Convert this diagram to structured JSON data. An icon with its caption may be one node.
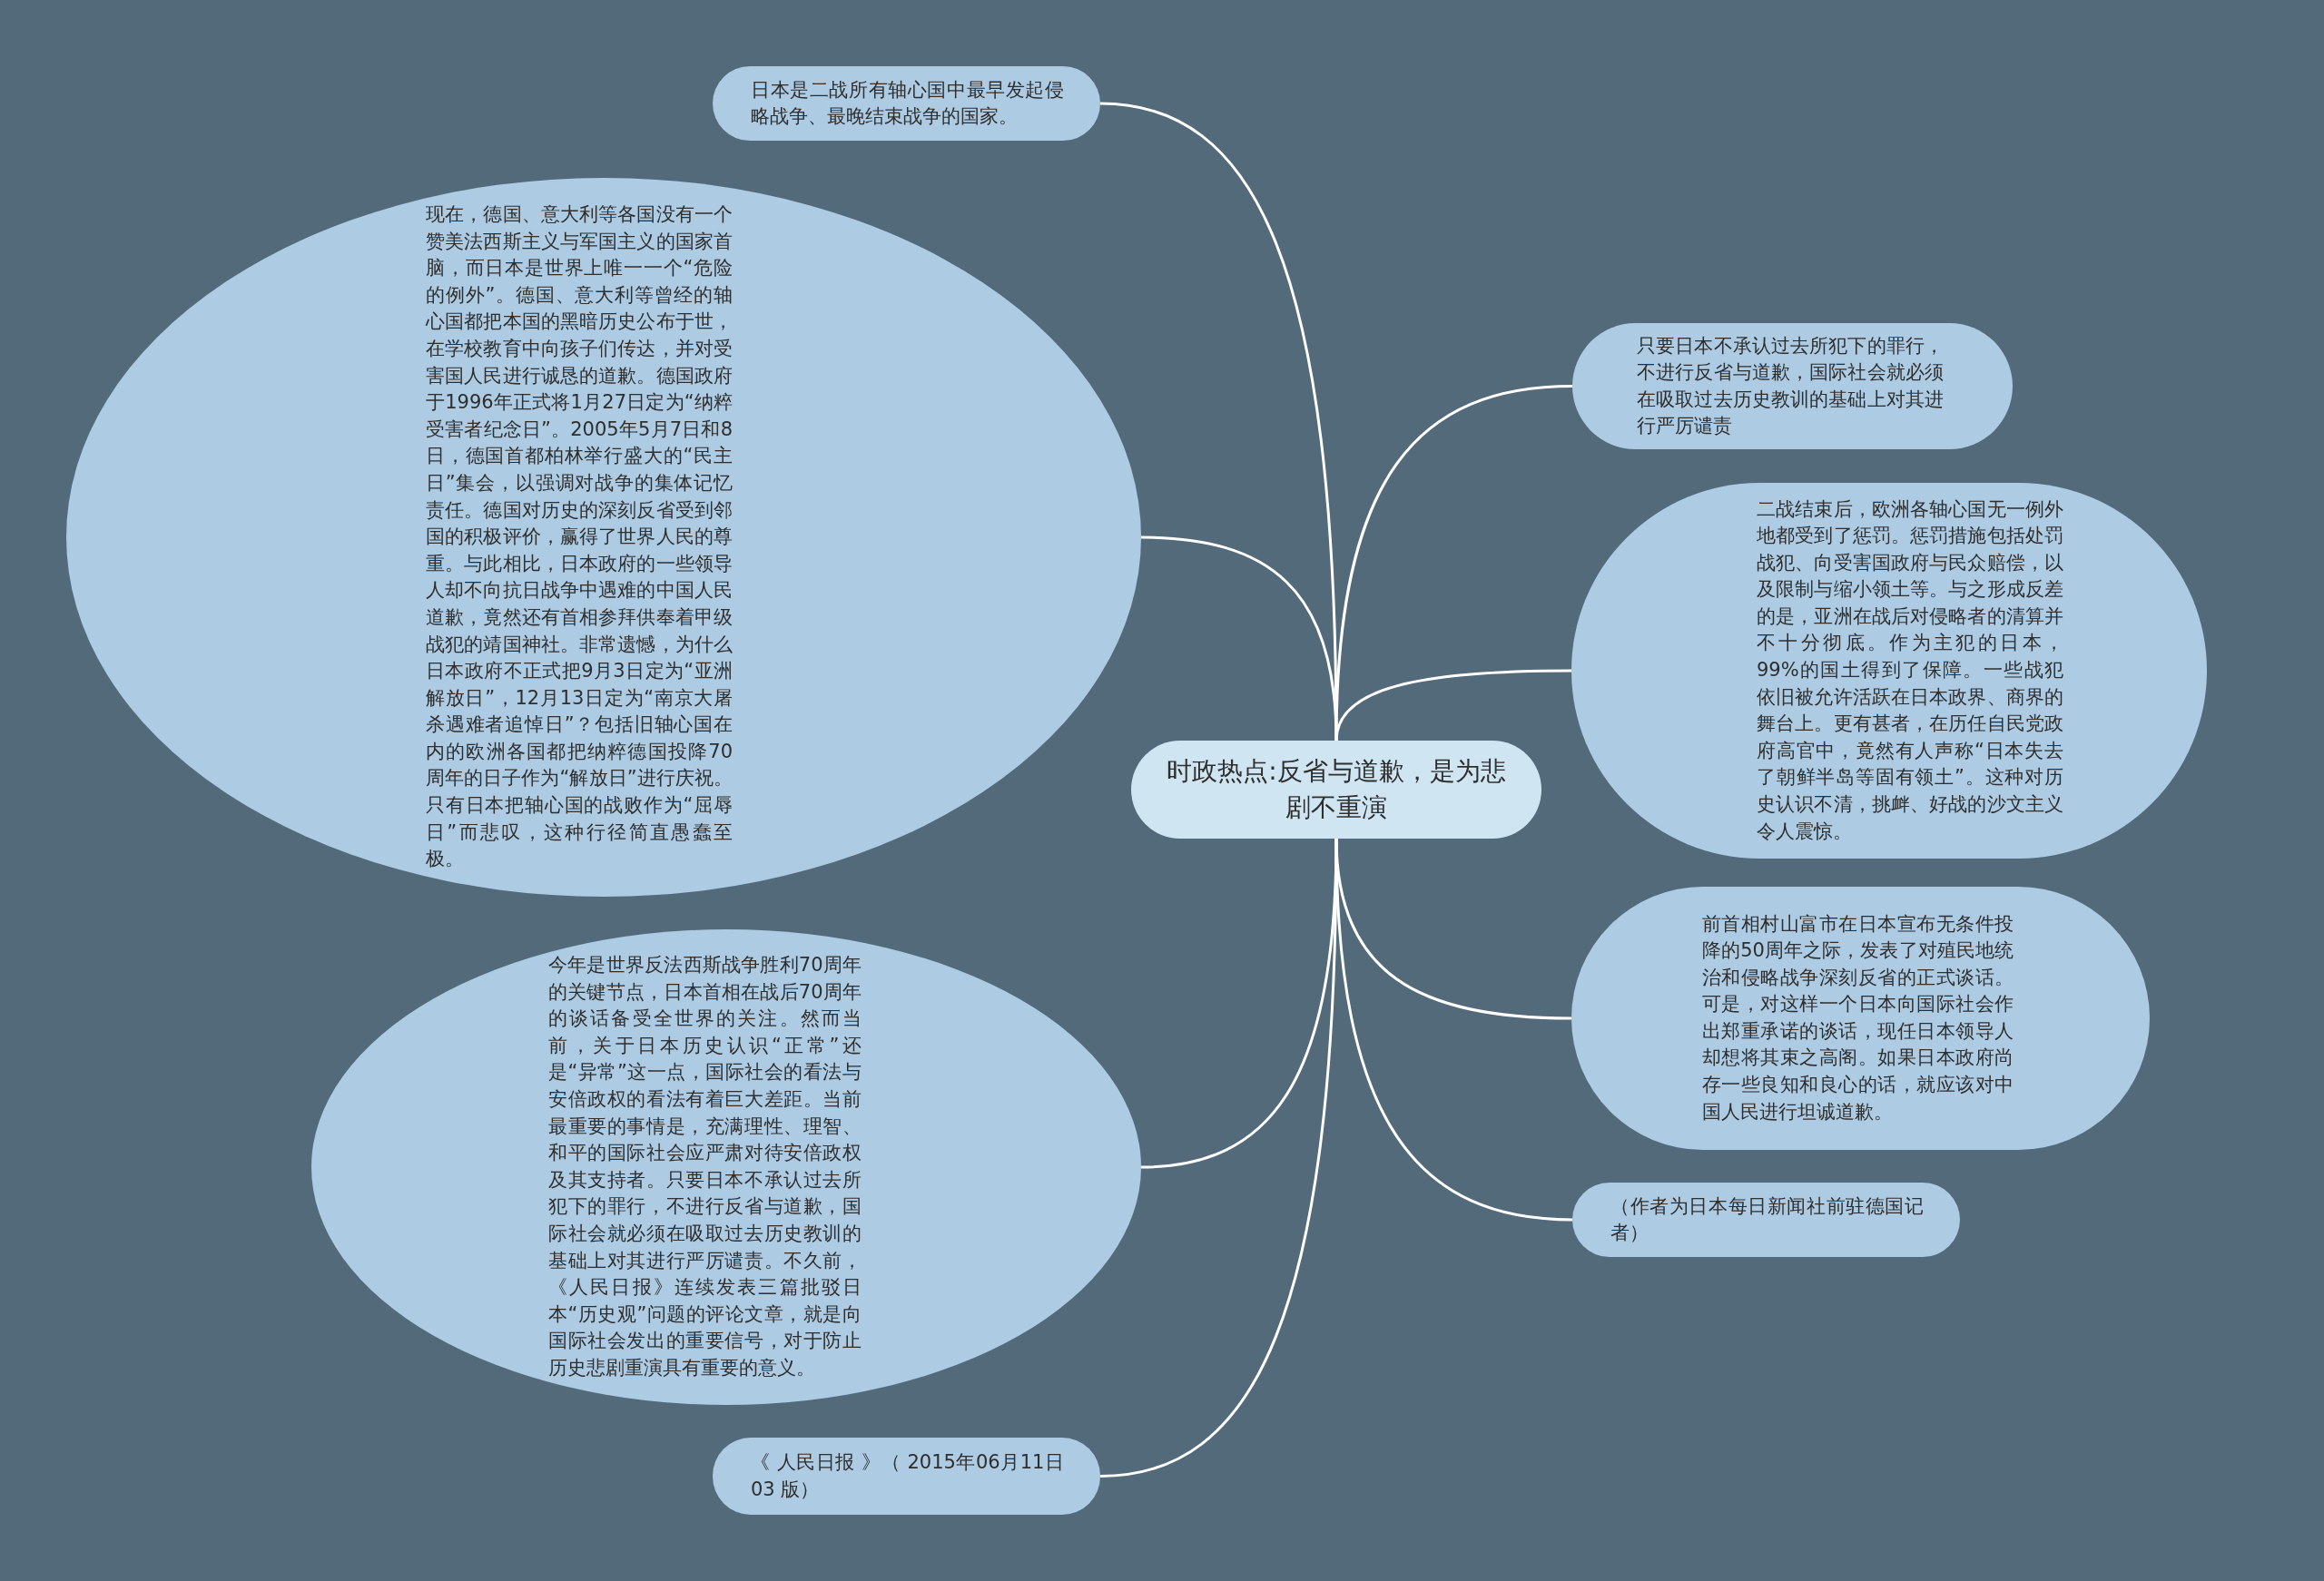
{
  "diagram": {
    "nodes": [
      {
        "text": [
          "时政热点:反省与道歉，是为悲剧不重演"
        ]
      },
      {
        "text": [
          "日本是二战所有轴心国中最早发起侵略战争、最晚结束战争的国家。"
        ]
      },
      {
        "text": [
          "现在，德国、意大利等各国没有一个赞美法西斯主义与军国主义的国家首脑，而日本是世界上唯一一个“危险的例外”。德国、意大利等曾经的轴心国都把本国的黑暗历史公布于世，在学校教育中向孩子们传达，并对受害国人民进行诚恳的道歉。德国政府于1996年正式将1月27日定为“纳粹受害者纪念日”。2005年5月7日和8日，德国首都柏林举行盛大的“民主日”集会，以强调对战争的集体记忆责任。德国对历史的深刻反省受到邻国的积极评价，赢得了世界人民的尊重。与此相比，日本政府的一些领导人却不向抗日战争中遇难的中国人民道歉，竟然还有首相参拜供奉着甲级战犯的靖国神社。非常遗憾，为什么日本政府不正式把9月3日定为“亚洲解放日”，12月13日定为“南京大屠杀遇难者追悼日”？包括旧轴心国在内的欧洲各国都把纳粹德国投降70周年的日子作为“解放日”进行庆祝。只有日本把轴心国的战败作为“屈辱日”而悲叹，这种行径简直愚蠢至极。"
        ]
      },
      {
        "text": [
          "今年是世界反法西斯战争胜利70周年的关键节点，日本首相在战后70周年的谈话备受全世界的关注。然而当前，关于日本历史认识“正常”还是“异常”这一点，国际社会的看法与安倍政权的看法有着巨大差距。当前最重要的事情是，充满理性、理智、和平的国际社会应严肃对待安倍政权及其支持者。只要日本不承认过去所犯下的罪行，不进行反省与道歉，国际社会就必须在吸取过去历史教训的基础上对其进行严厉谴责。不久前，《人民日报》连续发表三篇批驳日本“历史观”问题的评论文章，就是向国际社会发出的重要信号，对于防止历史悲剧重演具有重要的意义。"
        ]
      },
      {
        "text": [
          "《 人民日报 》（ 2015年06月11日 03 版）"
        ]
      },
      {
        "text": [
          "只要日本不承认过去所犯下的罪行，不进行反省与道歉，国际社会就必须在吸取过去历史教训的基础上对其进行严厉谴责"
        ]
      },
      {
        "text": [
          "二战结束后，欧洲各轴心国无一例外地都受到了惩罚。惩罚措施包括处罚战犯、向受害国政府与民众赔偿，以及限制与缩小领土等。与之形成反差的是，亚洲在战后对侵略者的清算并不十分彻底。作为主犯的日本，99%的国土得到了保障。一些战犯依旧被允许活跃在日本政界、商界的舞台上。更有甚者，在历任自民党政府高官中，竟然有人声称“日本失去了朝鲜半岛等固有领土”。这种对历史认识不清，挑衅、好战的沙文主义令人震惊。"
        ]
      },
      {
        "text": [
          "前首相村山富市在日本宣布无条件投降的50周年之际，发表了对殖民地统治和侵略战争深刻反省的正式谈话。可是，对这样一个日本向国际社会作出郑重承诺的谈话，现任日本领导人却想将其束之高阁。如果日本政府尚存一些良知和良心的话，就应该对中国人民进行坦诚道歉。"
        ]
      },
      {
        "text": [
          "（作者为日本每日新闻社前驻德国记者）"
        ]
      }
    ],
    "edges": [
      {
        "from": 0,
        "to": 1,
        "arrow": "none"
      },
      {
        "from": 0,
        "to": 2,
        "arrow": "none"
      },
      {
        "from": 0,
        "to": 3,
        "arrow": "none"
      },
      {
        "from": 0,
        "to": 4,
        "arrow": "none"
      },
      {
        "from": 0,
        "to": 5,
        "arrow": "none"
      },
      {
        "from": 0,
        "to": 6,
        "arrow": "none"
      },
      {
        "from": 0,
        "to": 7,
        "arrow": "none"
      },
      {
        "from": 0,
        "to": 8,
        "arrow": "none"
      }
    ]
  }
}
